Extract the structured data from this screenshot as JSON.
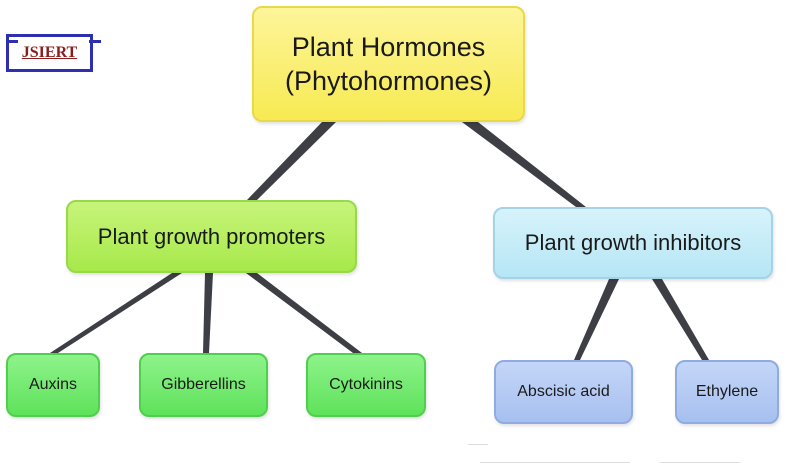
{
  "logo": {
    "text": "JSIERT"
  },
  "root": {
    "line1": "Plant Hormones",
    "line2": "(Phytohormones)"
  },
  "branches": {
    "promoters": {
      "label": "Plant growth promoters",
      "children": [
        "Auxins",
        "Gibberellins",
        "Cytokinins"
      ]
    },
    "inhibitors": {
      "label": "Plant growth inhibitors",
      "children": [
        "Abscisic acid",
        "Ethylene"
      ]
    }
  },
  "colors": {
    "root_fill": "#f7ea52",
    "promoters_fill": "#a7e94a",
    "inhibitors_fill": "#b6e6f5",
    "promoter_leaf_fill": "#5fe25b",
    "inhibitor_leaf_fill": "#a6c0ef",
    "connector": "#3d3f45",
    "logo_border": "#2b2fb0",
    "logo_text": "#8b1c1c"
  }
}
